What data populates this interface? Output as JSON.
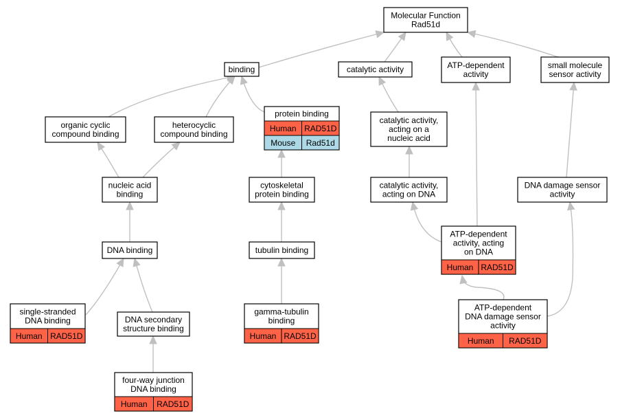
{
  "colors": {
    "human": "#ff6347",
    "mouse": "#add8e6",
    "edge": "#c0c0c0",
    "border": "#000000",
    "background": "#ffffff"
  },
  "nodes": [
    {
      "id": "mf",
      "lines": [
        "Molecular Function",
        "Rad51d"
      ],
      "annotations": []
    },
    {
      "id": "binding",
      "lines": [
        "binding"
      ],
      "annotations": []
    },
    {
      "id": "catalytic",
      "lines": [
        "catalytic activity"
      ],
      "annotations": []
    },
    {
      "id": "atp_dep",
      "lines": [
        "ATP-dependent",
        "activity"
      ],
      "annotations": []
    },
    {
      "id": "small_mol",
      "lines": [
        "small molecule",
        "sensor activity"
      ],
      "annotations": []
    },
    {
      "id": "organic",
      "lines": [
        "organic cyclic",
        "compound binding"
      ],
      "annotations": []
    },
    {
      "id": "hetero",
      "lines": [
        "heterocyclic",
        "compound binding"
      ],
      "annotations": []
    },
    {
      "id": "protein",
      "lines": [
        "protein binding"
      ],
      "annotations": [
        {
          "species": "Human",
          "gene": "RAD51D",
          "color_key": "human"
        },
        {
          "species": "Mouse",
          "gene": "Rad51d",
          "color_key": "mouse"
        }
      ]
    },
    {
      "id": "cat_na",
      "lines": [
        "catalytic activity,",
        "acting on a",
        "nucleic acid"
      ],
      "annotations": []
    },
    {
      "id": "nucleic",
      "lines": [
        "nucleic acid",
        "binding"
      ],
      "annotations": []
    },
    {
      "id": "cyto",
      "lines": [
        "cytoskeletal",
        "protein binding"
      ],
      "annotations": []
    },
    {
      "id": "cat_dna",
      "lines": [
        "catalytic activity,",
        "acting on DNA"
      ],
      "annotations": []
    },
    {
      "id": "dna_sensor",
      "lines": [
        "DNA damage sensor",
        "activity"
      ],
      "annotations": []
    },
    {
      "id": "dna_binding",
      "lines": [
        "DNA binding"
      ],
      "annotations": []
    },
    {
      "id": "tubulin",
      "lines": [
        "tubulin binding"
      ],
      "annotations": []
    },
    {
      "id": "atp_dna",
      "lines": [
        "ATP-dependent",
        "activity, acting",
        "on DNA"
      ],
      "annotations": [
        {
          "species": "Human",
          "gene": "RAD51D",
          "color_key": "human"
        }
      ]
    },
    {
      "id": "ss_dna",
      "lines": [
        "single-stranded",
        "DNA binding"
      ],
      "annotations": [
        {
          "species": "Human",
          "gene": "RAD51D",
          "color_key": "human"
        }
      ]
    },
    {
      "id": "dna_sec",
      "lines": [
        "DNA secondary",
        "structure binding"
      ],
      "annotations": []
    },
    {
      "id": "gamma",
      "lines": [
        "gamma-tubulin",
        "binding"
      ],
      "annotations": [
        {
          "species": "Human",
          "gene": "RAD51D",
          "color_key": "human"
        }
      ]
    },
    {
      "id": "atp_sensor",
      "lines": [
        "ATP-dependent",
        "DNA damage sensor",
        "activity"
      ],
      "annotations": [
        {
          "species": "Human",
          "gene": "RAD51D",
          "color_key": "human"
        }
      ]
    },
    {
      "id": "four_way",
      "lines": [
        "four-way junction",
        "DNA binding"
      ],
      "annotations": [
        {
          "species": "Human",
          "gene": "RAD51D",
          "color_key": "human"
        }
      ]
    }
  ],
  "edges": [
    {
      "from": "binding",
      "to": "mf"
    },
    {
      "from": "catalytic",
      "to": "mf"
    },
    {
      "from": "atp_dep",
      "to": "mf"
    },
    {
      "from": "small_mol",
      "to": "mf"
    },
    {
      "from": "organic",
      "to": "binding"
    },
    {
      "from": "hetero",
      "to": "binding"
    },
    {
      "from": "protein",
      "to": "binding"
    },
    {
      "from": "cat_na",
      "to": "catalytic"
    },
    {
      "from": "atp_dna",
      "to": "atp_dep"
    },
    {
      "from": "dna_sensor",
      "to": "small_mol"
    },
    {
      "from": "nucleic",
      "to": "organic"
    },
    {
      "from": "nucleic",
      "to": "hetero"
    },
    {
      "from": "cyto",
      "to": "protein"
    },
    {
      "from": "cat_dna",
      "to": "cat_na"
    },
    {
      "from": "dna_binding",
      "to": "nucleic"
    },
    {
      "from": "tubulin",
      "to": "cyto"
    },
    {
      "from": "atp_dna",
      "to": "cat_dna"
    },
    {
      "from": "ss_dna",
      "to": "dna_binding"
    },
    {
      "from": "dna_sec",
      "to": "dna_binding"
    },
    {
      "from": "gamma",
      "to": "tubulin"
    },
    {
      "from": "atp_sensor",
      "to": "atp_dna"
    },
    {
      "from": "atp_sensor",
      "to": "dna_sensor"
    },
    {
      "from": "four_way",
      "to": "dna_sec"
    }
  ]
}
